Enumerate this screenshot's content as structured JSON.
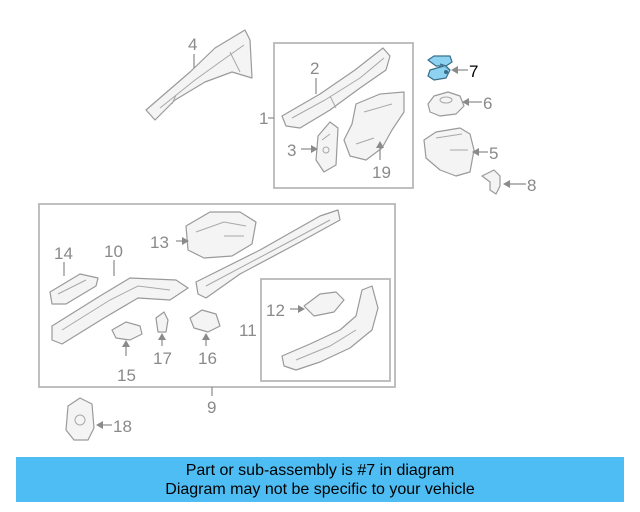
{
  "diagram": {
    "callouts": {
      "n1": "1",
      "n2": "2",
      "n3": "3",
      "n4": "4",
      "n5": "5",
      "n6": "6",
      "n7": "7",
      "n8": "8",
      "n9": "9",
      "n10": "10",
      "n11": "11",
      "n12": "12",
      "n13": "13",
      "n14": "14",
      "n15": "15",
      "n16": "16",
      "n17": "17",
      "n18": "18",
      "n19": "19"
    },
    "colors": {
      "highlight": "#8ed2f2",
      "banner": "#4ebdf3"
    }
  },
  "banner": {
    "line1": "Part or sub-assembly is #7 in diagram",
    "line2": "Diagram may not be specific to your vehicle"
  }
}
